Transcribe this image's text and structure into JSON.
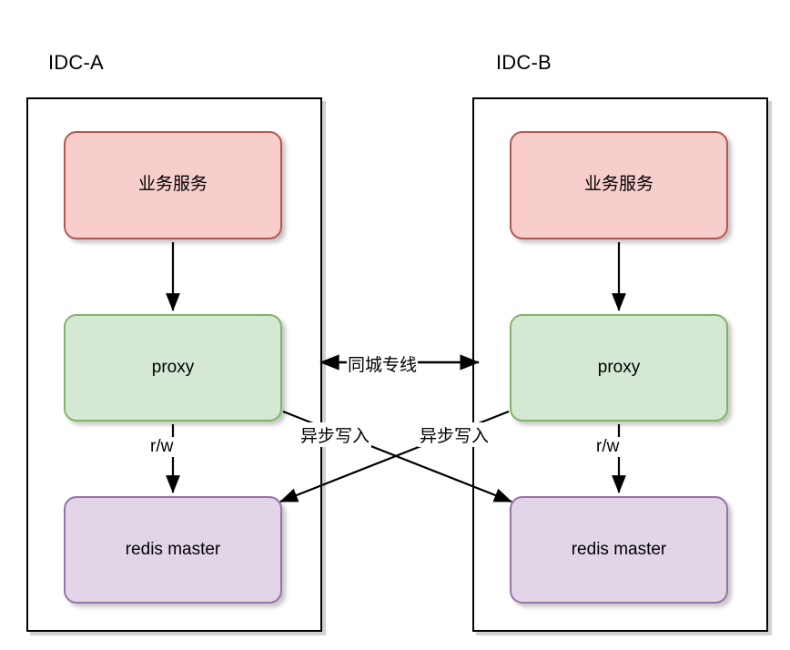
{
  "diagram": {
    "title_left": "IDC-A",
    "title_right": "IDC-B",
    "stroke_color": "#000000",
    "background": "#ffffff",
    "zones": [
      {
        "id": "idc-a",
        "label": "IDC-A",
        "nodes": [
          {
            "id": "service-a",
            "label": "业务服务",
            "fill": "#f8cecc",
            "stroke": "#b85450"
          },
          {
            "id": "proxy-a",
            "label": "proxy",
            "fill": "#d5e8d4",
            "stroke": "#82b366"
          },
          {
            "id": "redis-a",
            "label": "redis master",
            "fill": "#e1d5e7",
            "stroke": "#9673a6"
          }
        ]
      },
      {
        "id": "idc-b",
        "label": "IDC-B",
        "nodes": [
          {
            "id": "service-b",
            "label": "业务服务",
            "fill": "#f8cecc",
            "stroke": "#b85450"
          },
          {
            "id": "proxy-b",
            "label": "proxy",
            "fill": "#d5e8d4",
            "stroke": "#82b366"
          },
          {
            "id": "redis-b",
            "label": "redis master",
            "fill": "#e1d5e7",
            "stroke": "#9673a6"
          }
        ]
      }
    ],
    "edges": [
      {
        "id": "service-a-to-proxy-a",
        "from": "service-a",
        "to": "proxy-a",
        "label": ""
      },
      {
        "id": "service-b-to-proxy-b",
        "from": "service-b",
        "to": "proxy-b",
        "label": ""
      },
      {
        "id": "proxy-a-to-redis-a",
        "from": "proxy-a",
        "to": "redis-a",
        "label": "r/w"
      },
      {
        "id": "proxy-b-to-redis-b",
        "from": "proxy-b",
        "to": "redis-b",
        "label": "r/w"
      },
      {
        "id": "proxy-a-to-proxy-b",
        "from": "proxy-a",
        "to": "proxy-b",
        "label": "同城专线",
        "bidirectional": true
      },
      {
        "id": "proxy-a-to-redis-b",
        "from": "proxy-a",
        "to": "redis-b",
        "label": "异步写入"
      },
      {
        "id": "proxy-b-to-redis-a",
        "from": "proxy-b",
        "to": "redis-a",
        "label": "异步写入"
      }
    ],
    "labels": {
      "rw_left": "r/w",
      "rw_right": "r/w",
      "dedicated_line": "同城专线",
      "async_write_left": "异步写入",
      "async_write_right": "异步写入"
    }
  }
}
